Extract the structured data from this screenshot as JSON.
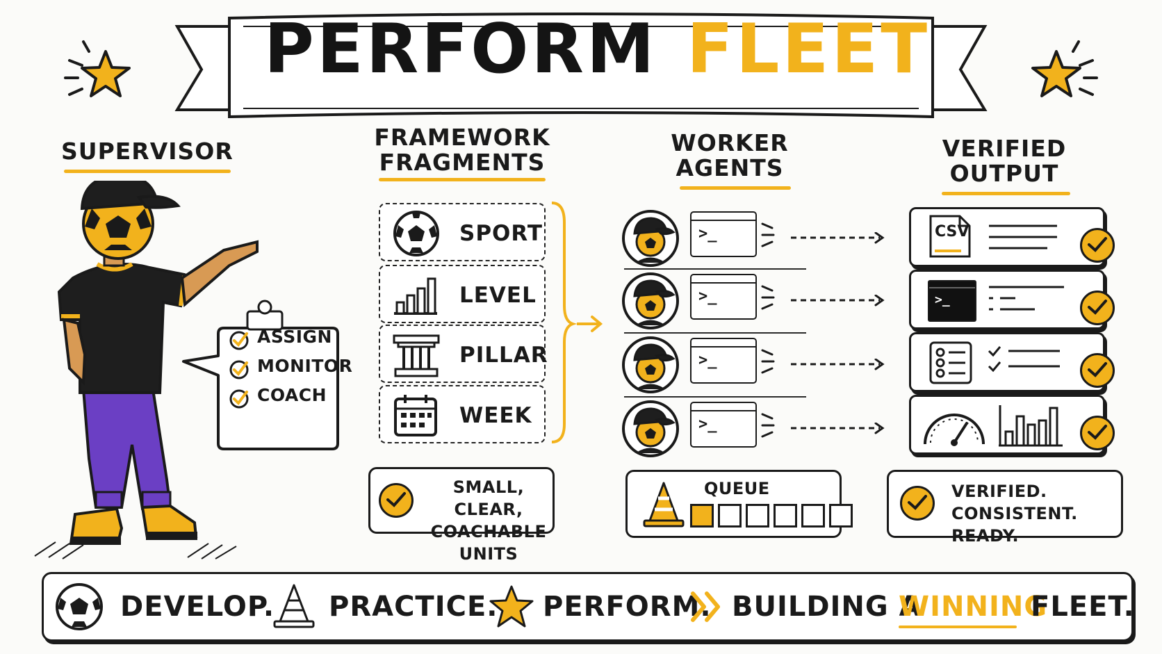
{
  "header": {
    "title_part1": "PERFORM",
    "title_part2": "FLEET"
  },
  "supervisor": {
    "label": "SUPERVISOR",
    "checklist": [
      "ASSIGN",
      "MONITOR",
      "COACH"
    ]
  },
  "fragments": {
    "title_line1": "FRAMEWORK",
    "title_line2": "FRAGMENTS",
    "items": [
      "SPORT",
      "LEVEL",
      "PILLAR",
      "WEEK"
    ],
    "note_line1": "SMALL, CLEAR,",
    "note_line2": "COACHABLE UNITS"
  },
  "workers": {
    "title_line1": "WORKER",
    "title_line2": "AGENTS",
    "prompt": ">_",
    "queue_label": "QUEUE",
    "queue_total": 6,
    "queue_filled": 1
  },
  "output": {
    "title_line1": "VERIFIED",
    "title_line2": "OUTPUT",
    "csv_label": "CSV",
    "terminal_prompt": ">_",
    "note_line1": "VERIFIED.",
    "note_line2": "CONSISTENT. READY."
  },
  "footer": {
    "develop": "DEVELOP.",
    "practice": "PRACTICE.",
    "perform": "PERFORM.",
    "building": "BUILDING A",
    "winning": "WINNING",
    "fleet": "FLEET."
  },
  "colors": {
    "accent": "#f2b21c",
    "ink": "#1a1a1a",
    "purple": "#6b3fc4"
  }
}
